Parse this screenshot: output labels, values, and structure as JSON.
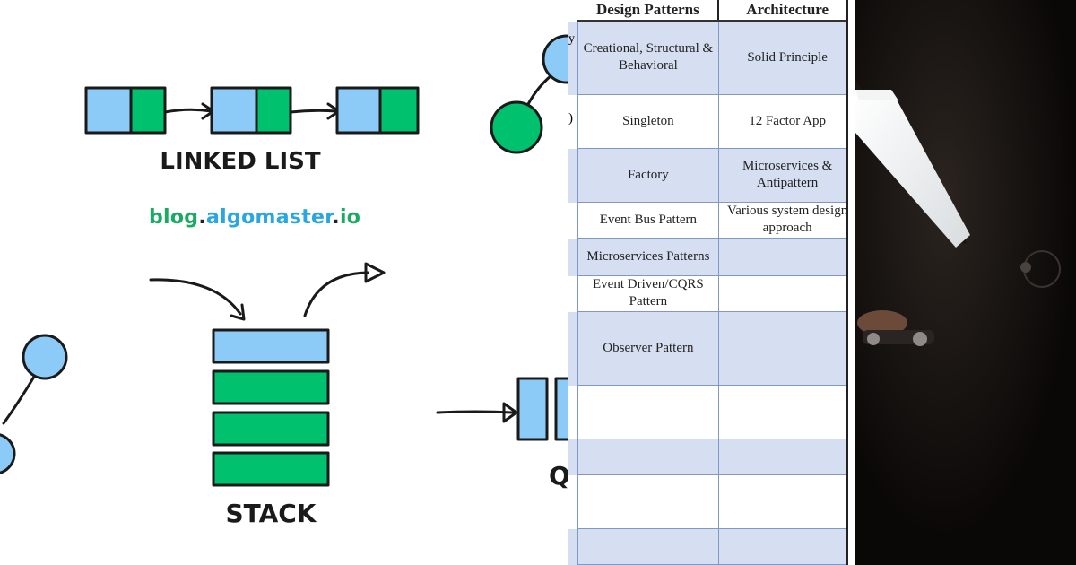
{
  "sketch": {
    "linked_list_label": "LINKED LIST",
    "stack_label": "STACK",
    "queue_partial_label": "Q",
    "brand": {
      "part1": "blog",
      "dot1": ".",
      "part2": "algomaster",
      "dot2": ".",
      "part3": "io"
    },
    "colors": {
      "blue": "#8ccbf7",
      "green": "#00c16e",
      "ink": "#1a1a1a",
      "brand_green": "#1aaa64",
      "brand_blue": "#2aa6e0"
    }
  },
  "table": {
    "headers": [
      "Design Patterns",
      "Architecture"
    ],
    "rows": [
      {
        "design": "Creational, Structural & Behavioral",
        "architecture": "Solid Principle"
      },
      {
        "design": "Singleton",
        "architecture": "12 Factor App"
      },
      {
        "design": "Factory",
        "architecture": "Microservices & Antipattern"
      },
      {
        "design": "Event Bus Pattern",
        "architecture": "Various system design approach"
      },
      {
        "design": "Microservices Patterns",
        "architecture": ""
      },
      {
        "design": "Event Driven/CQRS Pattern",
        "architecture": ""
      },
      {
        "design": "Observer Pattern",
        "architecture": ""
      },
      {
        "design": "",
        "architecture": ""
      },
      {
        "design": "",
        "architecture": ""
      },
      {
        "design": "",
        "architecture": ""
      },
      {
        "design": "",
        "architecture": ""
      }
    ],
    "edge_fragments": [
      "y",
      ")"
    ],
    "colors": {
      "row_blue": "#d6def1",
      "border": "#7f98c6"
    }
  },
  "photo": {
    "description_icon": "ceiling-light-photo"
  }
}
